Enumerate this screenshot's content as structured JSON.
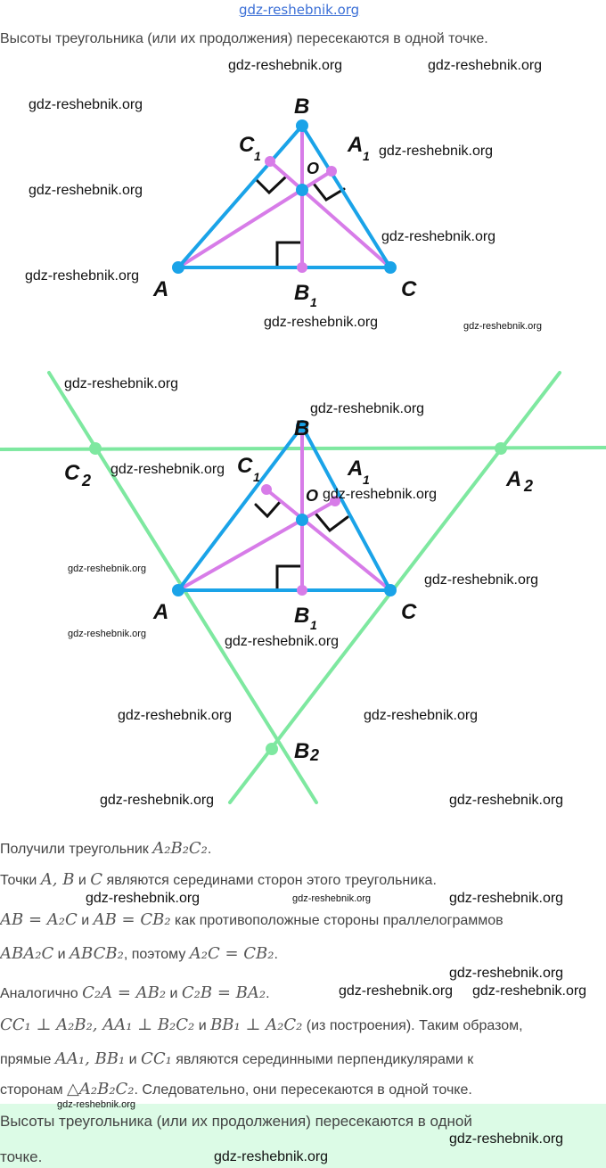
{
  "header": {
    "site_link": "gdz-reshebnik.org",
    "intro": "Высоты треугольника (или их продолжения) пересекаются в одной точке."
  },
  "figure1": {
    "labels": {
      "A": "A",
      "B": "B",
      "C": "C",
      "O": "O",
      "A1": "A",
      "B1": "B",
      "C1": "C",
      "sub1": "1"
    }
  },
  "figure2": {
    "labels": {
      "A": "A",
      "B": "B",
      "C": "C",
      "O": "O",
      "A1": "A",
      "B1": "B",
      "C1": "C",
      "A2": "A",
      "B2": "B",
      "C2": "C",
      "sub1": "1",
      "sub2": "2"
    }
  },
  "colors": {
    "triangle": "#1aa3e8",
    "altitudes": "#d77ce8",
    "construction": "#7ee8a0",
    "final_bg": "#dcfbe6"
  },
  "proof": [
    [
      [
        "t",
        "Получили треугольник "
      ],
      [
        "m",
        "A₂B₂C₂"
      ],
      [
        "t",
        "."
      ]
    ],
    [
      [
        "t",
        "Точки "
      ],
      [
        "m",
        "A, B"
      ],
      [
        "t",
        " и "
      ],
      [
        "m",
        "C"
      ],
      [
        "t",
        " являются серединами сторон этого треугольника."
      ]
    ],
    [
      [
        "m",
        "AB = A₂C"
      ],
      [
        "t",
        " и "
      ],
      [
        "m",
        "AB = CB₂"
      ],
      [
        "t",
        " как противоположные стороны праллелограммов"
      ]
    ],
    [
      [
        "m",
        "ABA₂C"
      ],
      [
        "t",
        " и "
      ],
      [
        "m",
        "ABCB₂"
      ],
      [
        "t",
        ", поэтому "
      ],
      [
        "m",
        "A₂C = CB₂"
      ],
      [
        "t",
        "."
      ]
    ],
    [
      [
        "t",
        "Аналогично "
      ],
      [
        "m",
        "C₂A = AB₂"
      ],
      [
        "t",
        " и "
      ],
      [
        "m",
        "C₂B = BA₂"
      ],
      [
        "t",
        "."
      ]
    ],
    [
      [
        "m",
        "CC₁ ⊥ A₂B₂, AA₁ ⊥ B₂C₂"
      ],
      [
        "t",
        " и "
      ],
      [
        "m",
        "BB₁ ⊥ A₂C₂"
      ],
      [
        "t",
        " (из построения). Таким образом,"
      ]
    ],
    [
      [
        "t",
        "прямые "
      ],
      [
        "m",
        "AA₁, BB₁"
      ],
      [
        "t",
        " и "
      ],
      [
        "m",
        "CC₁"
      ],
      [
        "t",
        " являются серединными перпендикулярами к"
      ]
    ],
    [
      [
        "t",
        "сторонам "
      ],
      [
        "m",
        "△A₂B₂C₂"
      ],
      [
        "t",
        ". Следовательно, они пересекаются в одной точке."
      ]
    ]
  ],
  "conclusion": {
    "line1": "Высоты треугольника (или их продолжения) пересекаются в одной",
    "line2": "точке."
  },
  "watermarks": [
    "gdz-reshebnik.org",
    "gdz-reshebnik.org",
    "gdz-reshebnik.org",
    "gdz-reshebnik.org",
    "gdz-reshebnik.org",
    "gdz-reshebnik.org",
    "gdz-reshebnik.org",
    "gdz-reshebnik.org",
    "gdz-reshebnik.org",
    "gdz-reshebnik.org",
    "gdz-reshebnik.org",
    "gdz-reshebnik.org",
    "gdz-reshebnik.org",
    "gdz-reshebnik.org",
    "gdz-reshebnik.org",
    "gdz-reshebnik.org",
    "gdz-reshebnik.org",
    "gdz-reshebnik.org",
    "gdz-reshebnik.org",
    "gdz-reshebnik.org",
    "gdz-reshebnik.org",
    "gdz-reshebnik.org",
    "gdz-reshebnik.org",
    "gdz-reshebnik.org",
    "gdz-reshebnik.org",
    "gdz-reshebnik.org",
    "gdz-reshebnik.org",
    "gdz-reshebnik.org"
  ]
}
